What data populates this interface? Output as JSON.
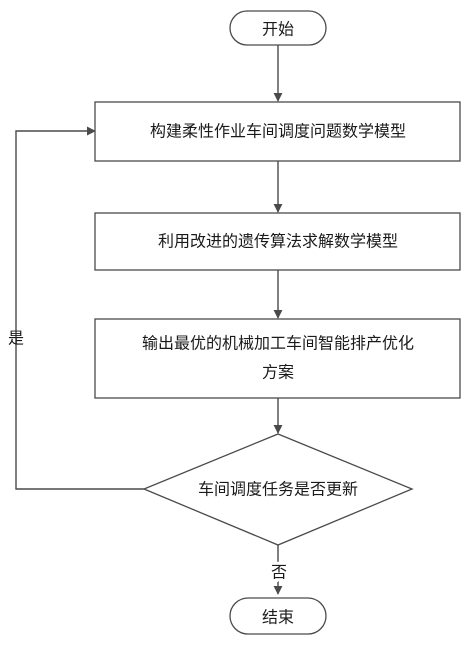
{
  "nodes": {
    "start": {
      "label": "开始"
    },
    "build_model": {
      "label": "构建柔性作业车间调度问题数学模型"
    },
    "solve_model": {
      "label": "利用改进的遗传算法求解数学模型"
    },
    "output": {
      "line1": "输出最优的机械加工车间智能排产优化",
      "line2": "方案"
    },
    "decision": {
      "label": "车间调度任务是否更新"
    },
    "end": {
      "label": "结束"
    }
  },
  "edges": {
    "yes_label": "是",
    "no_label": "否"
  }
}
